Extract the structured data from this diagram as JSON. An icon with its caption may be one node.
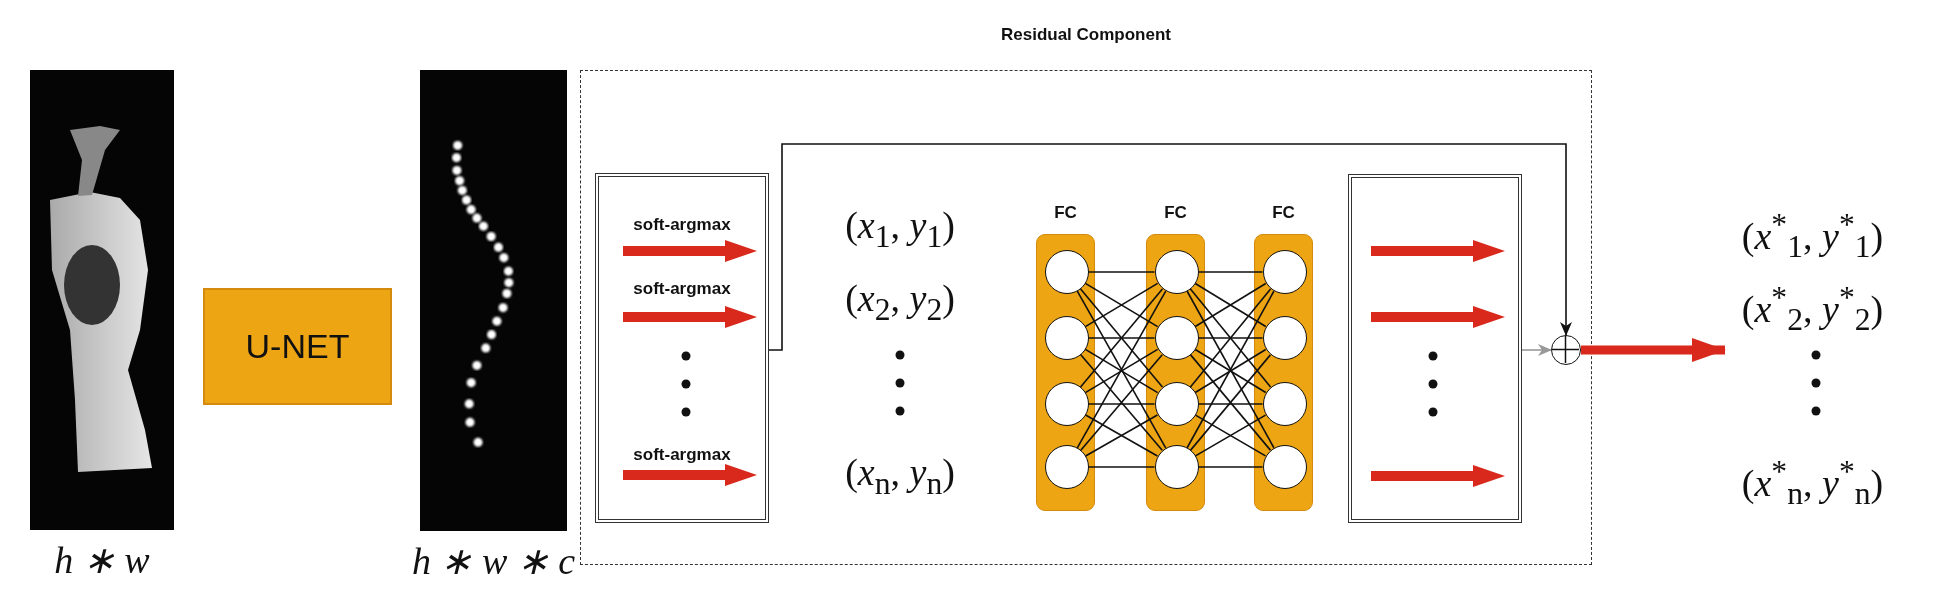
{
  "diagram": {
    "nodes": [
      {
        "text": [],
        "shape": "picture",
        "beside": [
          "h ∗ w"
        ]
      },
      {
        "text": [
          "U-NET"
        ]
      },
      {
        "text": [],
        "shape": "picture",
        "beside": [
          "h ∗ w ∗ c"
        ]
      },
      {
        "text": [
          "Residual Component"
        ]
      },
      {
        "text": [
          "soft-argmax",
          "soft-argmax",
          "soft-argmax"
        ],
        "in": 3
      },
      {
        "text": [
          "FC"
        ],
        "in": 3
      },
      {
        "text": [],
        "shape": "circle",
        "in": 5
      },
      {
        "text": [],
        "shape": "circle",
        "in": 5
      },
      {
        "text": [],
        "shape": "circle",
        "in": 5
      },
      {
        "text": [],
        "shape": "circle",
        "in": 5
      },
      {
        "text": [
          "FC"
        ],
        "in": 3
      },
      {
        "text": [],
        "shape": "circle",
        "in": 10
      },
      {
        "text": [],
        "shape": "circle",
        "in": 10
      },
      {
        "text": [],
        "shape": "circle",
        "in": 10
      },
      {
        "text": [],
        "shape": "circle",
        "in": 10
      },
      {
        "text": [
          "FC"
        ],
        "in": 3
      },
      {
        "text": [],
        "shape": "circle",
        "in": 15
      },
      {
        "text": [],
        "shape": "circle",
        "in": 15
      },
      {
        "text": [],
        "shape": "circle",
        "in": 15
      },
      {
        "text": [],
        "shape": "circle",
        "in": 15
      },
      {
        "text": [],
        "shape": "box",
        "in": 3
      },
      {
        "text": [],
        "shape": "circle",
        "in": 3
      },
      {
        "text": [
          "(*x*$^{*}$$_{1}$, *y*$^{*}$$_{1}$)",
          "(*x*$^{*}$$_{2}$, *y*$^{*}$$_{2}$)",
          "(*x*$^{*}$$_{n}$, *y*$^{*}$$_{n}$)"
        ]
      }
    ],
    "edges": [
      {
        "from": 6,
        "to": 11,
        "arrow": "none"
      },
      {
        "from": 6,
        "to": 12,
        "arrow": "none"
      },
      {
        "from": 6,
        "to": 13,
        "arrow": "none"
      },
      {
        "from": 6,
        "to": 14,
        "arrow": "none"
      },
      {
        "from": 7,
        "to": 11,
        "arrow": "none"
      },
      {
        "from": 7,
        "to": 12,
        "arrow": "none"
      },
      {
        "from": 7,
        "to": 13,
        "arrow": "none"
      },
      {
        "from": 7,
        "to": 14,
        "arrow": "none"
      },
      {
        "from": 8,
        "to": 11,
        "arrow": "none"
      },
      {
        "from": 8,
        "to": 12,
        "arrow": "none"
      },
      {
        "from": 8,
        "to": 13,
        "arrow": "none"
      },
      {
        "from": 8,
        "to": 14,
        "arrow": "none"
      },
      {
        "from": 9,
        "to": 11,
        "arrow": "none"
      },
      {
        "from": 9,
        "to": 12,
        "arrow": "none"
      },
      {
        "from": 9,
        "to": 13,
        "arrow": "none"
      },
      {
        "from": 9,
        "to": 14,
        "arrow": "none"
      },
      {
        "from": 11,
        "to": 16,
        "arrow": "none"
      },
      {
        "from": 11,
        "to": 17,
        "arrow": "none"
      },
      {
        "from": 11,
        "to": 18,
        "arrow": "none"
      },
      {
        "from": 11,
        "to": 19,
        "arrow": "none"
      },
      {
        "from": 12,
        "to": 16,
        "arrow": "none"
      },
      {
        "from": 12,
        "to": 17,
        "arrow": "none"
      },
      {
        "from": 12,
        "to": 18,
        "arrow": "none"
      },
      {
        "from": 12,
        "to": 19,
        "arrow": "none"
      },
      {
        "from": 13,
        "to": 16,
        "arrow": "none"
      },
      {
        "from": 13,
        "to": 17,
        "arrow": "none"
      },
      {
        "from": 13,
        "to": 18,
        "arrow": "none"
      },
      {
        "from": 13,
        "to": 19,
        "arrow": "none"
      },
      {
        "from": 14,
        "to": 16,
        "arrow": "none"
      },
      {
        "from": 14,
        "to": 17,
        "arrow": "none"
      },
      {
        "from": 14,
        "to": 18,
        "arrow": "none"
      },
      {
        "from": 14,
        "to": 19,
        "arrow": "none"
      },
      {
        "from": 4,
        "to": 21,
        "arrow": "to"
      },
      {
        "from": 20,
        "to": 21,
        "arrow": "to",
        "color": "#999999"
      },
      {
        "from": 21,
        "to": 22,
        "arrow": "to",
        "style": "thick",
        "color": "#d9291c"
      }
    ],
    "labels": [
      "(*x*$_{1}$, *y*$_{1}$)",
      "(*x*$_{2}$, *y*$_{2}$)",
      "(*x*$_{n}$, *y*$_{n}$)"
    ]
  }
}
